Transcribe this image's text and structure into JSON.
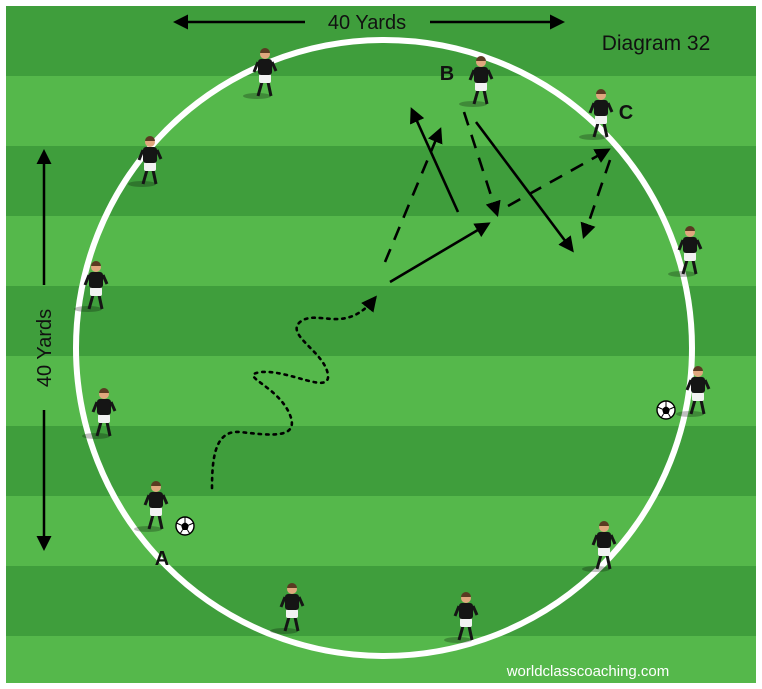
{
  "diagram": {
    "title": "Diagram 32",
    "top_dimension": "40 Yards",
    "side_dimension": "40 Yards",
    "player_labels": {
      "a": "A",
      "b": "B",
      "c": "C"
    },
    "watermark": "worldclasscoaching.com",
    "colors": {
      "stripe_dark": "#3f9e3c",
      "stripe_light": "#55b84b",
      "circle": "#ffffff",
      "shirt": "#151515",
      "shorts": "#f2f2f2",
      "skin": "#e0a77e",
      "hair": "#5a3a22",
      "arrow": "#000000"
    }
  }
}
